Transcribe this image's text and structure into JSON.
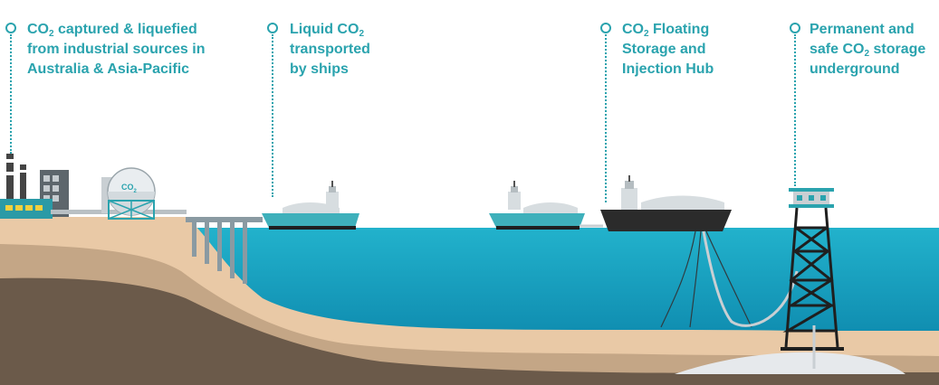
{
  "steps": [
    {
      "id": "capture",
      "lines": [
        {
          "pre": "CO",
          "sub": "2",
          "post": " captured & liquefied"
        },
        {
          "pre": "from industrial sources in",
          "sub": "",
          "post": ""
        },
        {
          "pre": "Australia & Asia-Pacific",
          "sub": "",
          "post": ""
        }
      ]
    },
    {
      "id": "transport",
      "lines": [
        {
          "pre": "Liquid CO",
          "sub": "2",
          "post": ""
        },
        {
          "pre": "transported",
          "sub": "",
          "post": ""
        },
        {
          "pre": "by ships",
          "sub": "",
          "post": ""
        }
      ]
    },
    {
      "id": "hub",
      "lines": [
        {
          "pre": "CO",
          "sub": "2",
          "post": " Floating"
        },
        {
          "pre": "Storage and",
          "sub": "",
          "post": ""
        },
        {
          "pre": "Injection Hub",
          "sub": "",
          "post": ""
        }
      ]
    },
    {
      "id": "storage",
      "lines": [
        {
          "pre": "Permanent and",
          "sub": "",
          "post": ""
        },
        {
          "pre": "safe CO",
          "sub": "2",
          "post": " storage"
        },
        {
          "pre": "underground",
          "sub": "",
          "post": ""
        }
      ]
    }
  ],
  "tank_label": {
    "pre": "CO",
    "sub": "2"
  },
  "colors": {
    "accent": "#2aa3ae",
    "sea": "#19a5c2",
    "sea_deep": "#0d89ad",
    "sand": "#e9c9a6",
    "rock_mid": "#c4a686",
    "rock_dark": "#6b5a4a",
    "hull_teal": "#3eb0bb",
    "hull_black": "#2b2b2b"
  }
}
